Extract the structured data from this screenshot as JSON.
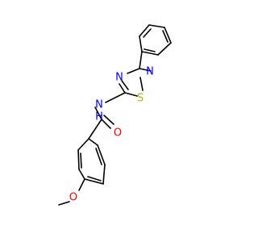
{
  "molecule": {
    "atom_labels": {
      "n_amide": "N",
      "h_amide": "H",
      "o_carbonyl": "O",
      "o_methoxy": "O",
      "s_ring": "S",
      "n_ring_3": "N",
      "n_ring_4": "N"
    }
  },
  "colors": {
    "bond": "#000000",
    "nitrogen": "#0000FF",
    "oxygen": "#FF0000",
    "sulfur": "#B2B200",
    "background": "#FFFFFF"
  }
}
